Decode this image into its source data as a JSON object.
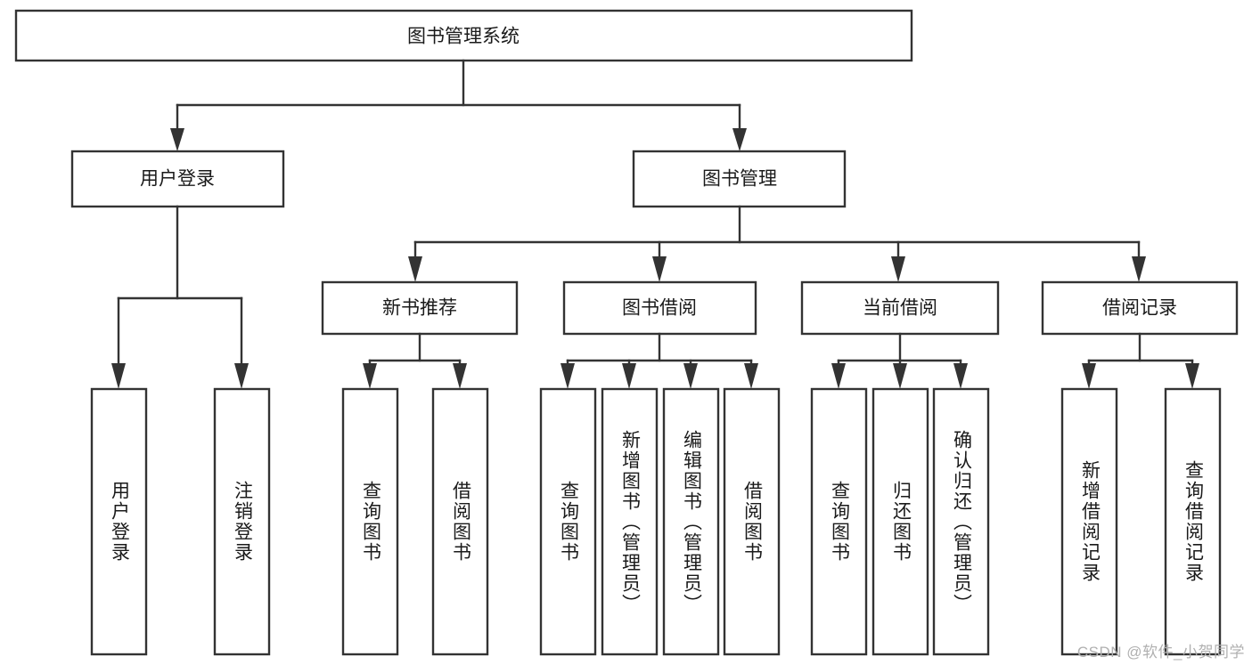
{
  "diagram": {
    "type": "hierarchy-tree",
    "title": "图书管理系统",
    "watermark": "CSDN @软件_小贺同学",
    "root": {
      "id": "root",
      "label": "图书管理系统"
    },
    "level2": [
      {
        "id": "user-login",
        "label": "用户登录"
      },
      {
        "id": "book-manage",
        "label": "图书管理"
      }
    ],
    "level3": [
      {
        "id": "new-book-recommend",
        "label": "新书推荐",
        "parent": "book-manage"
      },
      {
        "id": "book-borrow",
        "label": "图书借阅",
        "parent": "book-manage"
      },
      {
        "id": "current-borrow",
        "label": "当前借阅",
        "parent": "book-manage"
      },
      {
        "id": "borrow-record",
        "label": "借阅记录",
        "parent": "book-manage"
      }
    ],
    "leaves": [
      {
        "id": "leaf-user-login",
        "label": "用户登录",
        "parent": "user-login"
      },
      {
        "id": "leaf-logout-login",
        "label": "注销登录",
        "parent": "user-login"
      },
      {
        "id": "leaf-query-book-1",
        "label": "查询图书",
        "parent": "new-book-recommend"
      },
      {
        "id": "leaf-borrow-book-1",
        "label": "借阅图书",
        "parent": "new-book-recommend"
      },
      {
        "id": "leaf-query-book-2",
        "label": "查询图书",
        "parent": "book-borrow"
      },
      {
        "id": "leaf-add-book",
        "label": "新增图书（管理员）",
        "parent": "book-borrow"
      },
      {
        "id": "leaf-edit-book",
        "label": "编辑图书（管理员）",
        "parent": "book-borrow"
      },
      {
        "id": "leaf-borrow-book-2",
        "label": "借阅图书",
        "parent": "book-borrow"
      },
      {
        "id": "leaf-query-book-3",
        "label": "查询图书",
        "parent": "current-borrow"
      },
      {
        "id": "leaf-return-book",
        "label": "归还图书",
        "parent": "current-borrow"
      },
      {
        "id": "leaf-confirm-return",
        "label": "确认归还（管理员）",
        "parent": "current-borrow"
      },
      {
        "id": "leaf-add-record",
        "label": "新增借阅记录",
        "parent": "borrow-record"
      },
      {
        "id": "leaf-query-record",
        "label": "查询借阅记录",
        "parent": "borrow-record"
      }
    ],
    "colors": {
      "stroke": "#333333",
      "fill": "#ffffff",
      "text": "#1a1a1a",
      "watermark": "#b0b0b0"
    }
  }
}
